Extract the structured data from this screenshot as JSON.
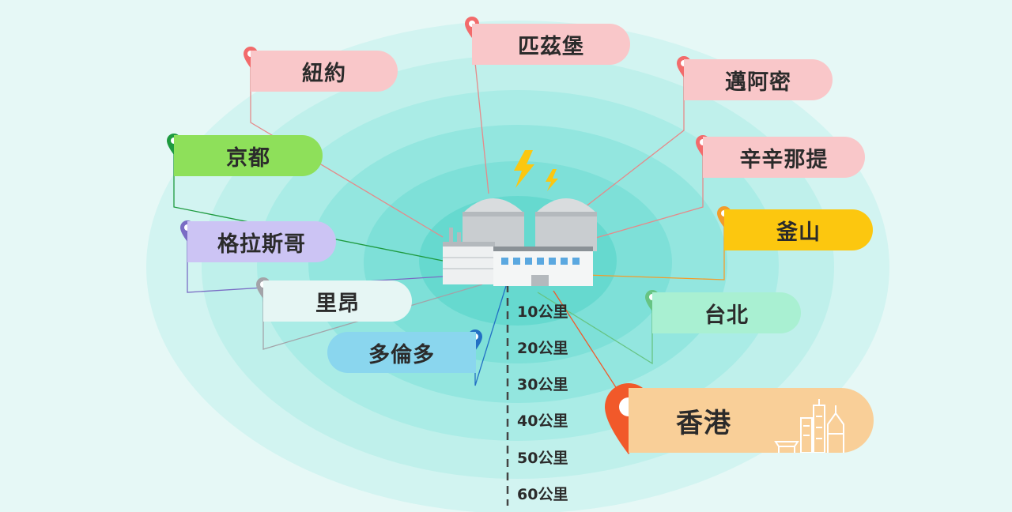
{
  "hub": {
    "icon": "nuclear-power-plant-icon"
  },
  "rings": [
    {
      "label": "10公里"
    },
    {
      "label": "20公里"
    },
    {
      "label": "30公里"
    },
    {
      "label": "40公里"
    },
    {
      "label": "50公里"
    },
    {
      "label": "60公里"
    }
  ],
  "cities": [
    {
      "label": "匹茲堡",
      "pin_color": "#f26b6b",
      "tag_color": "#f9c7c9"
    },
    {
      "label": "紐約",
      "pin_color": "#f26b6b",
      "tag_color": "#f9c7c9"
    },
    {
      "label": "邁阿密",
      "pin_color": "#f26b6b",
      "tag_color": "#f9c7c9"
    },
    {
      "label": "京都",
      "pin_color": "#1e9a3f",
      "tag_color": "#8ee05a"
    },
    {
      "label": "辛辛那提",
      "pin_color": "#f26b6b",
      "tag_color": "#f9c7c9"
    },
    {
      "label": "格拉斯哥",
      "pin_color": "#7a6cc4",
      "tag_color": "#ccc4f4"
    },
    {
      "label": "釜山",
      "pin_color": "#f39c2a",
      "tag_color": "#fcc70f"
    },
    {
      "label": "里昂",
      "pin_color": "#a3a3a8",
      "tag_color": "#e6f6f4"
    },
    {
      "label": "台北",
      "pin_color": "#66c483",
      "tag_color": "#a9f0d2"
    },
    {
      "label": "多倫多",
      "pin_color": "#2270c4",
      "tag_color": "#8ad6ee"
    },
    {
      "label": "香港",
      "pin_color": "#f1592a",
      "tag_color": "#f9cf98"
    }
  ],
  "colors": {
    "ring_outer": "#d0f4f1",
    "ring_inner": "#5fd9cf",
    "axis": "#444444"
  }
}
